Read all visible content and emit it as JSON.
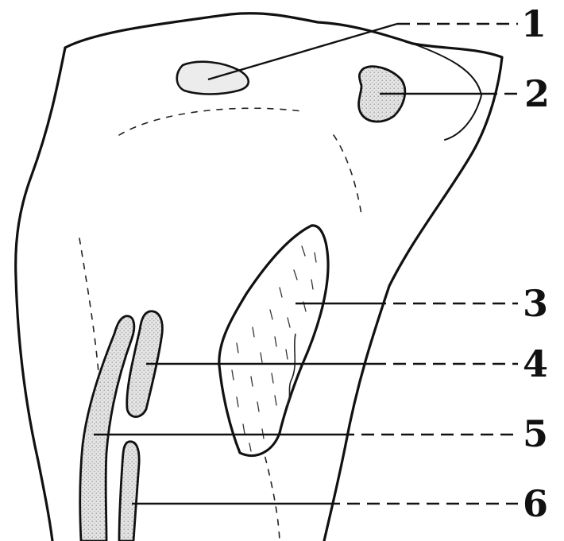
{
  "labels": [
    {
      "id": "label-1",
      "text": "1"
    },
    {
      "id": "label-2",
      "text": "2"
    },
    {
      "id": "label-3",
      "text": "3"
    },
    {
      "id": "label-4",
      "text": "4"
    },
    {
      "id": "label-5",
      "text": "5"
    },
    {
      "id": "label-6",
      "text": "6"
    }
  ]
}
